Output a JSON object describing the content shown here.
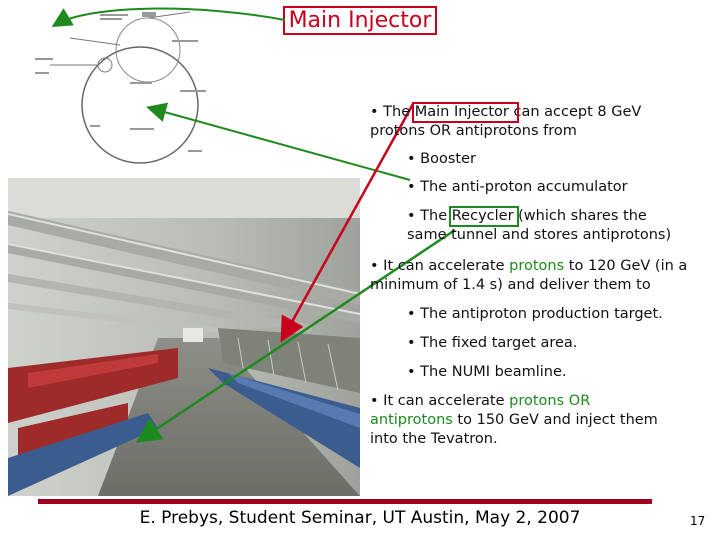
{
  "title": "Main Injector",
  "bullets": {
    "b1_pre": "• The ",
    "b1_hl": "Main Injector",
    "b1_post": " can accept 8 GeV protons OR antiprotons from",
    "s1": "• Booster",
    "s2": "• The anti-proton accumulator",
    "s3_pre": "• The ",
    "s3_hl": "Recycler",
    "s3_post": " (which shares the same tunnel and stores antiprotons)",
    "b2_pre": "• It can accelerate ",
    "b2_hl": "protons",
    "b2_post": " to 120 GeV (in a minimum of 1.4 s) and deliver them to",
    "s4": "• The antiproton production target.",
    "s5": "• The fixed target area.",
    "s6": "• The NUMI beamline.",
    "b3_pre": "• It can accelerate ",
    "b3_hl": "protons OR antiprotons",
    "b3_post": " to 150 GeV and inject them into the Tevatron."
  },
  "footer": "E. Prebys, Student Seminar, UT Austin, May 2, 2007",
  "page_number": "17",
  "colors": {
    "title": "#c8001c",
    "highlight_red": "#b8003a",
    "highlight_green": "#1e8a1e",
    "rule": "#a0001e"
  }
}
